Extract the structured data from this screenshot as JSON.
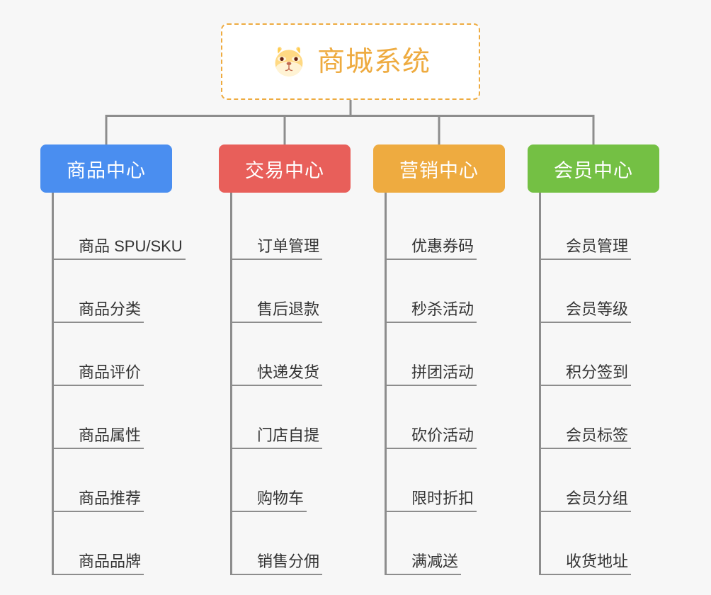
{
  "page": {
    "background_color": "#f7f7f7",
    "type": "mindmap-tree"
  },
  "root": {
    "icon": "shiba-dog-face-emoji",
    "title": "商城系统",
    "text_color": "#eeab40",
    "border_color": "#eeab40",
    "background_color": "#ffffff"
  },
  "connector": {
    "color": "#8d8d8d"
  },
  "branches": [
    {
      "label": "商品中心",
      "color": "#4a8ef0",
      "items": [
        "商品 SPU/SKU",
        "商品分类",
        "商品评价",
        "商品属性",
        "商品推荐",
        "商品品牌"
      ]
    },
    {
      "label": "交易中心",
      "color": "#e85f5a",
      "items": [
        "订单管理",
        "售后退款",
        "快递发货",
        "门店自提",
        "购物车",
        "销售分佣"
      ]
    },
    {
      "label": "营销中心",
      "color": "#eeab40",
      "items": [
        "优惠券码",
        "秒杀活动",
        "拼团活动",
        "砍价活动",
        "限时折扣",
        "满减送"
      ]
    },
    {
      "label": "会员中心",
      "color": "#74c044",
      "items": [
        "会员管理",
        "会员等级",
        "积分签到",
        "会员标签",
        "会员分组",
        "收货地址"
      ]
    }
  ]
}
